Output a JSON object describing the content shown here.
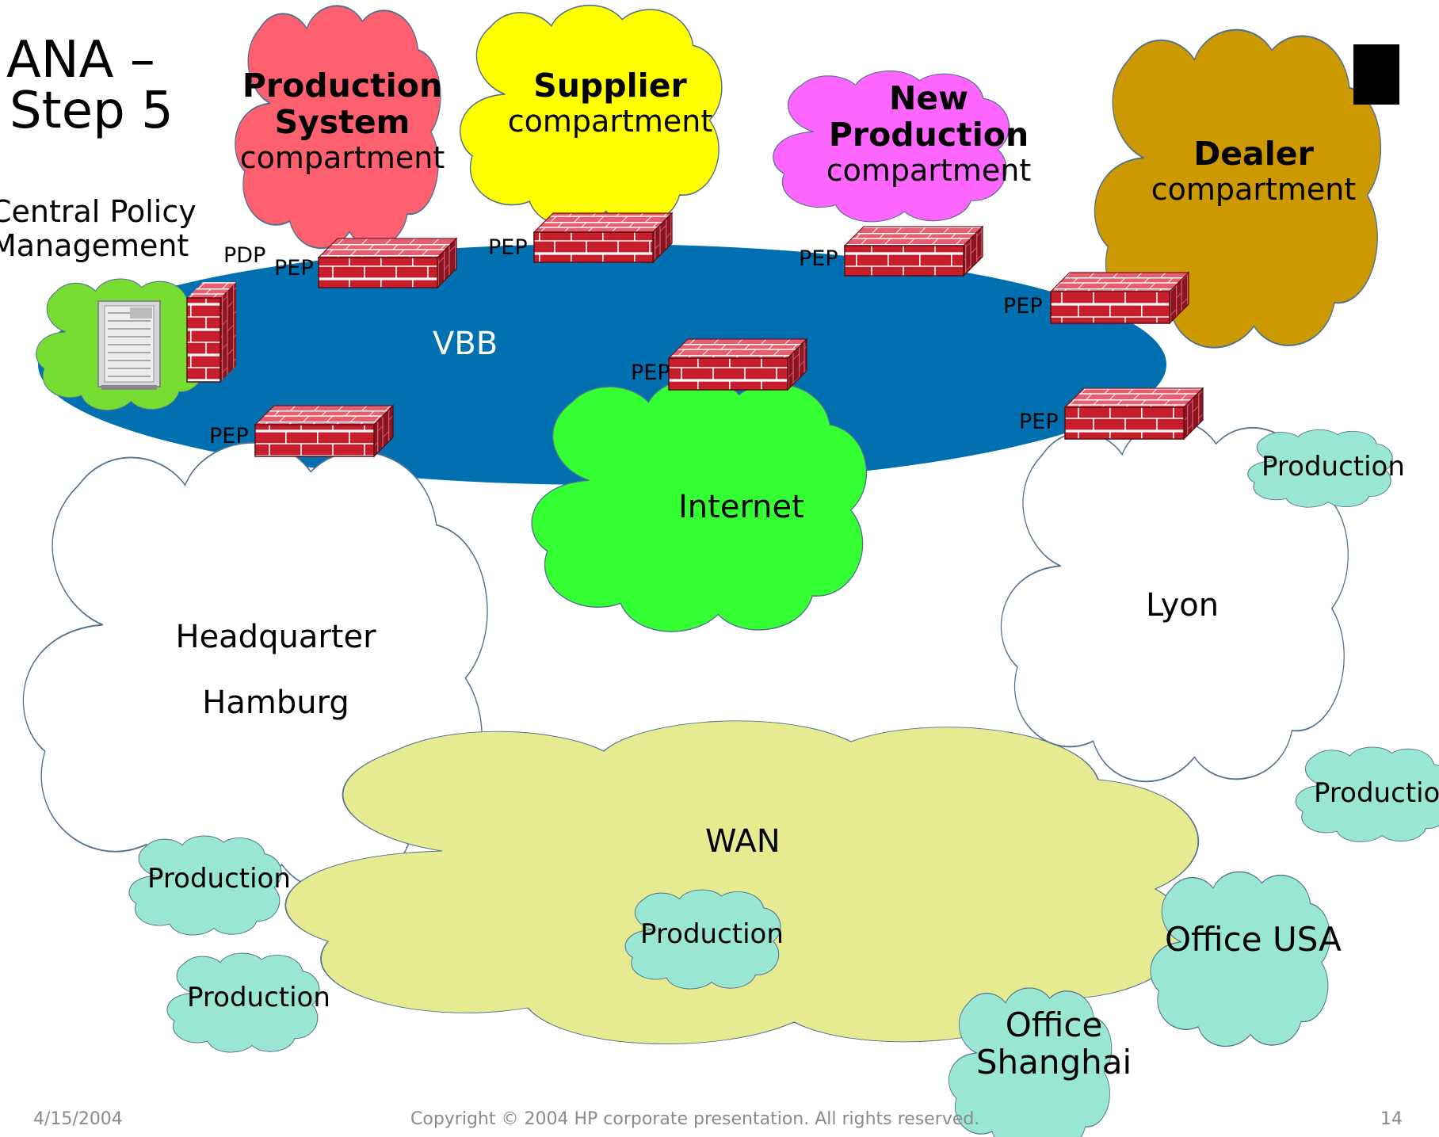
{
  "title": {
    "line1": "ANA –",
    "line2": "Step 5"
  },
  "policy": {
    "line1": "Central Policy",
    "line2": "Management",
    "pdp": "PDP"
  },
  "compartments": {
    "production_system": {
      "bold1": "Production",
      "bold2": "System",
      "word": "compartment"
    },
    "supplier": {
      "bold1": "Supplier",
      "word": "compartment"
    },
    "new_production": {
      "bold1": "New",
      "bold2": "Production",
      "word": "compartment"
    },
    "dealer": {
      "bold1": "Dealer",
      "word": "compartment"
    }
  },
  "pep": "PEP",
  "networks": {
    "vbb": "VBB",
    "internet": "Internet",
    "wan": "WAN",
    "hq_line1": "Headquarter",
    "hq_line2": "Hamburg",
    "lyon": "Lyon",
    "office_usa": "Office USA",
    "office_shanghai_line1": "Office",
    "office_shanghai_line2": "Shanghai"
  },
  "production_label": "Production",
  "footer": {
    "date": "4/15/2004",
    "copyright": "Copyright © 2004 HP corporate presentation. All rights reserved.",
    "page": "14"
  },
  "colors": {
    "production_system_cloud": "#ff6070",
    "supplier_cloud": "#ffff00",
    "new_production_cloud": "#ff66ff",
    "dealer_cloud": "#cc9900",
    "vbb_ellipse": "#0070b0",
    "internet_cloud": "#33ff33",
    "wan_cloud": "#e6eb91",
    "production_cloud": "#99e6d2",
    "policy_cloud": "#77dd33",
    "firewall": "#cc2233"
  }
}
